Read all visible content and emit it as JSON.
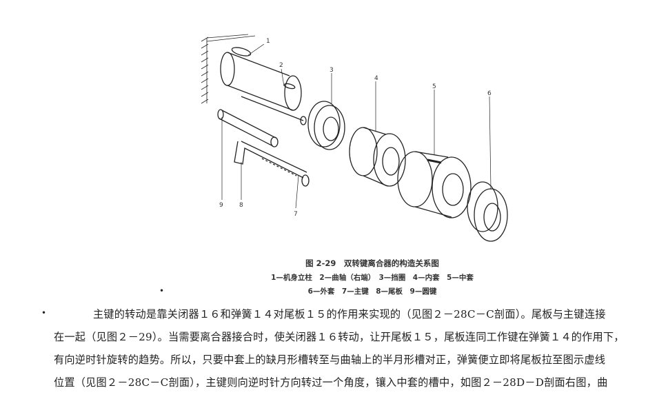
{
  "figure": {
    "part_labels": [
      "1",
      "2",
      "3",
      "4",
      "5",
      "6",
      "7",
      "8",
      "9"
    ],
    "caption_title": "图 2-29　双转键离合器的构造关系图",
    "legend_line1": "1—机身立柱　2—曲轴（右端）　3—挡圈　4—内套　5—中套",
    "legend_line2": "6—外套　7—主键　8—尾板　9—圆键"
  },
  "bullet": "•",
  "paragraph": [
    "主键的转动是靠关闭器１６和弹簧１４对尾板１５的作用来实现的（见图２－28C－C剖面）。尾板与主键连接",
    "在一起（见图２－29）。当需要离合器接合时，使关闭器１６转动，让开尾板１５，尾板连同工作键在弹簧１４的作用下，",
    "有向逆时针旋转的趋势。所以，只要中套上的缺月形槽转至与曲轴上的半月形槽对正，弹簧便立即将尾板拉至图示虚线",
    "位置（见图２－28C－C剖面），主键则向逆时针方向转过一个角度，镶入中套的槽中，如图２－28D－D剖面右图，曲"
  ]
}
